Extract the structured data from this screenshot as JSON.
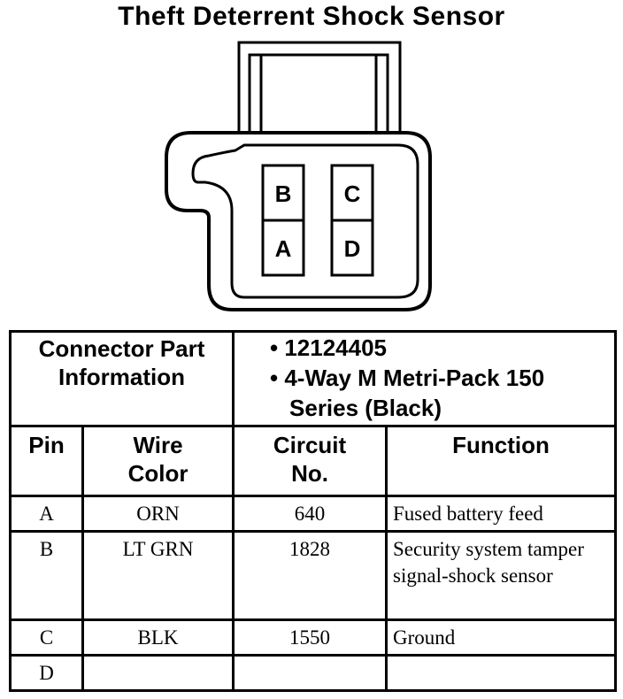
{
  "title": "Theft Deterrent Shock Sensor",
  "connector": {
    "pins": [
      "B",
      "C",
      "A",
      "D"
    ]
  },
  "part_info": {
    "label": "Connector Part Information",
    "part_number": "• 12124405",
    "description_line1": "• 4-Way M Metri-Pack 150",
    "description_line2": "Series (Black)"
  },
  "table": {
    "headers": {
      "pin": "Pin",
      "wire_color": "Wire Color",
      "circuit": "Circuit No.",
      "function": "Function"
    },
    "rows": [
      {
        "pin": "A",
        "wire": "ORN",
        "circuit": "640",
        "function": "Fused battery feed"
      },
      {
        "pin": "B",
        "wire": "LT GRN",
        "circuit": "1828",
        "function": "Security system tamper signal-shock sensor"
      },
      {
        "pin": "C",
        "wire": "BLK",
        "circuit": "1550",
        "function": "Ground"
      },
      {
        "pin": "D",
        "wire": "",
        "circuit": "",
        "function": ""
      }
    ]
  }
}
